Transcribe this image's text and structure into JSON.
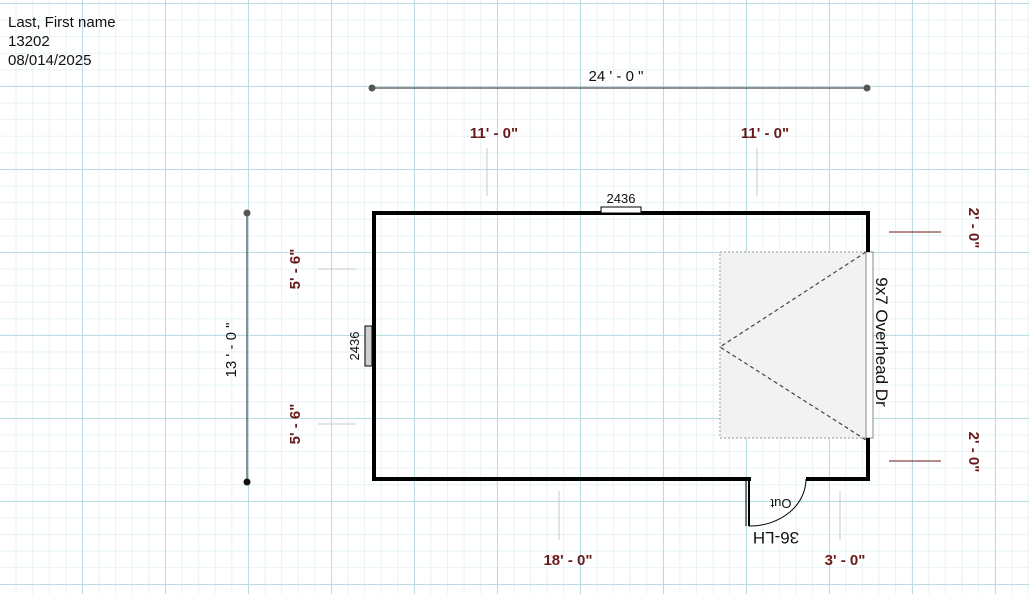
{
  "header": {
    "name": "Last, First name",
    "number": "13202",
    "date": "08/014/2025"
  },
  "dimensions": {
    "overall_width": "24 ' - 0 \"",
    "overall_depth": "13 ' - 0 \"",
    "top_left_segment": "11' - 0\"",
    "top_right_segment": "11' - 0\"",
    "left_upper_segment": "5' - 6\"",
    "left_lower_segment": "5' - 6\"",
    "right_upper_segment": "2' - 0\"",
    "right_lower_segment": "2' - 0\"",
    "bottom_left_segment": "18' - 0\"",
    "bottom_right_segment": "3' - 0\""
  },
  "windows": {
    "top_window": "2436",
    "left_window": "2436"
  },
  "doors": {
    "overhead_door": "9x7 Overhead Dr",
    "entry_door_type": "36-LH",
    "entry_door_swing": "Out"
  },
  "colors": {
    "dimension_text": "#6b1a1a",
    "wall": "#000000",
    "grid_major": "#b9dde2",
    "grid_minor": "#e6f3f5"
  }
}
